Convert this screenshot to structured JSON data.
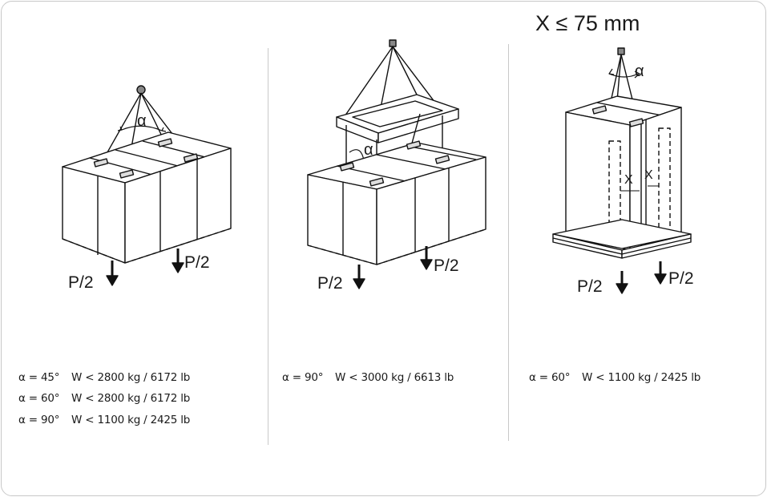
{
  "header": {
    "max_distance": "X ≤ 75 mm"
  },
  "panels": [
    {
      "load_labels": [
        "P/2",
        "P/2"
      ],
      "specs": [
        {
          "angle": "α = 45°",
          "weight": "W < 2800 kg / 6172 lb"
        },
        {
          "angle": "α = 60°",
          "weight": "W < 2800 kg / 6172 lb"
        },
        {
          "angle": "α = 90°",
          "weight": "W < 1100 kg / 2425 lb"
        }
      ]
    },
    {
      "load_labels": [
        "P/2",
        "P/2"
      ],
      "specs": [
        {
          "angle": "α = 90°",
          "weight": "W < 3000 kg / 6613 lb"
        }
      ]
    },
    {
      "load_labels": [
        "P/2",
        "P/2"
      ],
      "specs": [
        {
          "angle": "α = 60°",
          "weight": "W < 1100 kg / 2425 lb"
        }
      ]
    }
  ],
  "symbols": {
    "alpha": "α",
    "x": "X"
  }
}
